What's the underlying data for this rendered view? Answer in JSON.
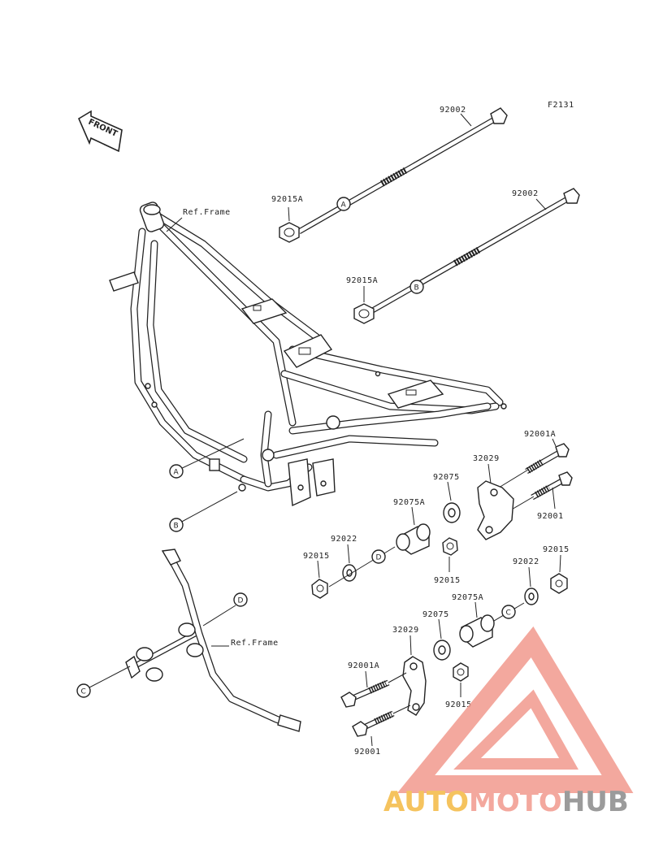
{
  "figure_code": "F2131",
  "front_arrow": {
    "label": "FRONT",
    "icon": "front-arrow-icon"
  },
  "ref_frame_labels": [
    "Ref.Frame",
    "Ref.Frame"
  ],
  "part_numbers": {
    "bolt_long_top": "92002",
    "bolt_long_second": "92002",
    "nut_top": "92015A",
    "nut_second": "92015A",
    "bolt_right_a": "92001A",
    "bracket_right": "32029",
    "bolt_right": "92001",
    "washer_right": "92075",
    "collar_right": "92075A",
    "washer_small_right": "92022",
    "nut_right_left": "92015",
    "nut_right_center": "92015",
    "nut_lower_right": "92015",
    "washer_lower_right": "92022",
    "collar_lower": "92075A",
    "washer_lower": "92075",
    "bracket_lower": "32029",
    "bolt_lower_a": "92001A",
    "bolt_lower": "92001",
    "nut_lower_center": "92015"
  },
  "callouts": [
    "A",
    "B",
    "A",
    "B",
    "D",
    "C",
    "D",
    "C"
  ],
  "watermark": {
    "part1": "AUTO",
    "part2": "MOTO",
    "part3": "HUB",
    "color1": "#f4b942",
    "color2": "#f29a8e",
    "color3": "#8a8a8a"
  }
}
